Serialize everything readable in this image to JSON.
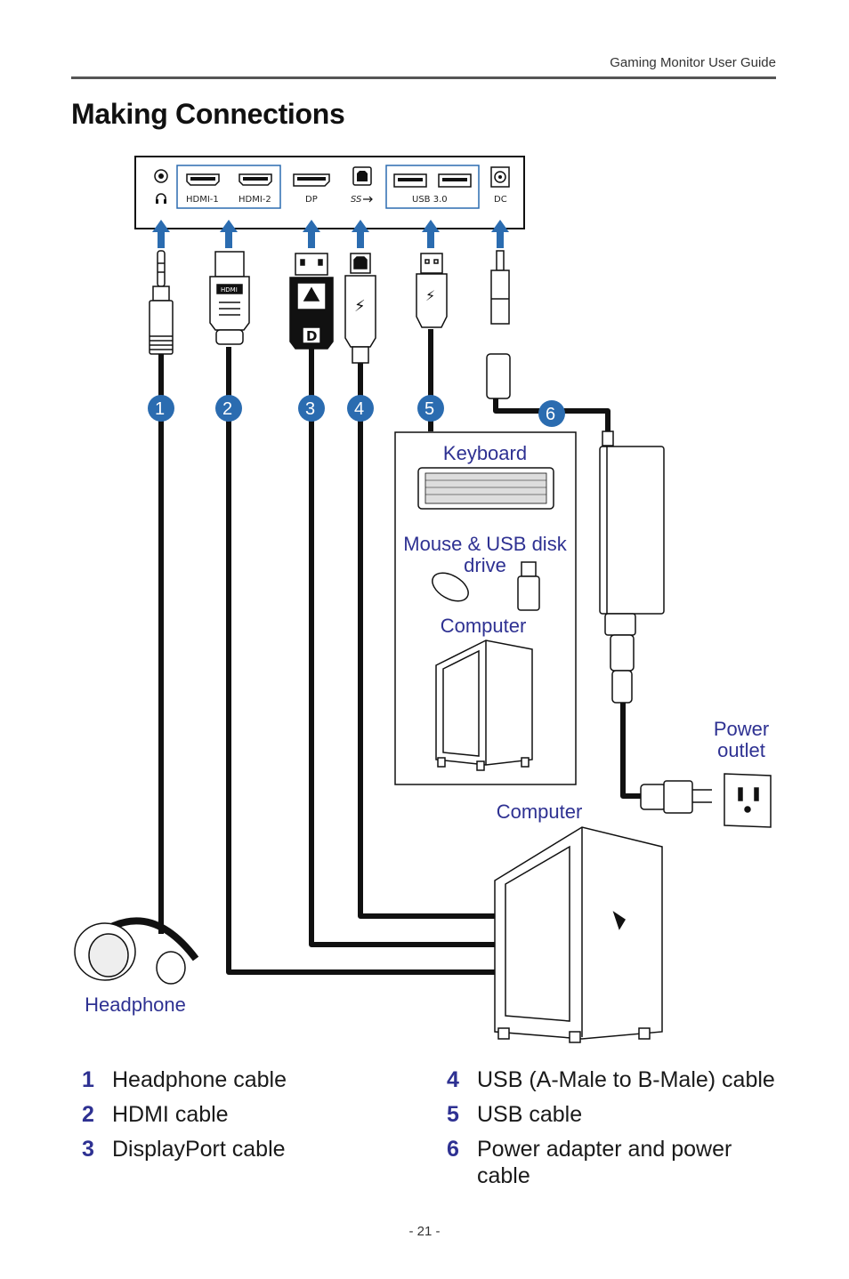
{
  "header": {
    "guide_title": "Gaming Monitor User Guide"
  },
  "page_title": "Making Connections",
  "ports": {
    "hdmi1": "HDMI-1",
    "hdmi2": "HDMI-2",
    "dp": "DP",
    "usb30": "USB 3.0",
    "dc": "DC",
    "ss_logo": "SS"
  },
  "badges": [
    "1",
    "2",
    "3",
    "4",
    "5",
    "6"
  ],
  "labels": {
    "keyboard": "Keyboard",
    "mouse_line1": "Mouse & USB disk",
    "mouse_line2": "drive",
    "computer_small": "Computer",
    "power_line1": "Power",
    "power_line2": "outlet",
    "computer_large": "Computer",
    "headphone": "Headphone"
  },
  "legend": [
    {
      "num": "1",
      "text": "Headphone cable"
    },
    {
      "num": "2",
      "text": "HDMI cable"
    },
    {
      "num": "3",
      "text": "DisplayPort cable"
    },
    {
      "num": "4",
      "text": "USB (A-Male to B-Male) cable"
    },
    {
      "num": "5",
      "text": "USB cable"
    },
    {
      "num": "6",
      "text": "Power adapter and power cable"
    }
  ],
  "footer": {
    "page_number": "- 21 -"
  },
  "colors": {
    "accent_blue": "#2e3192",
    "badge_blue": "#2b6cb0",
    "cable": "#111111"
  }
}
